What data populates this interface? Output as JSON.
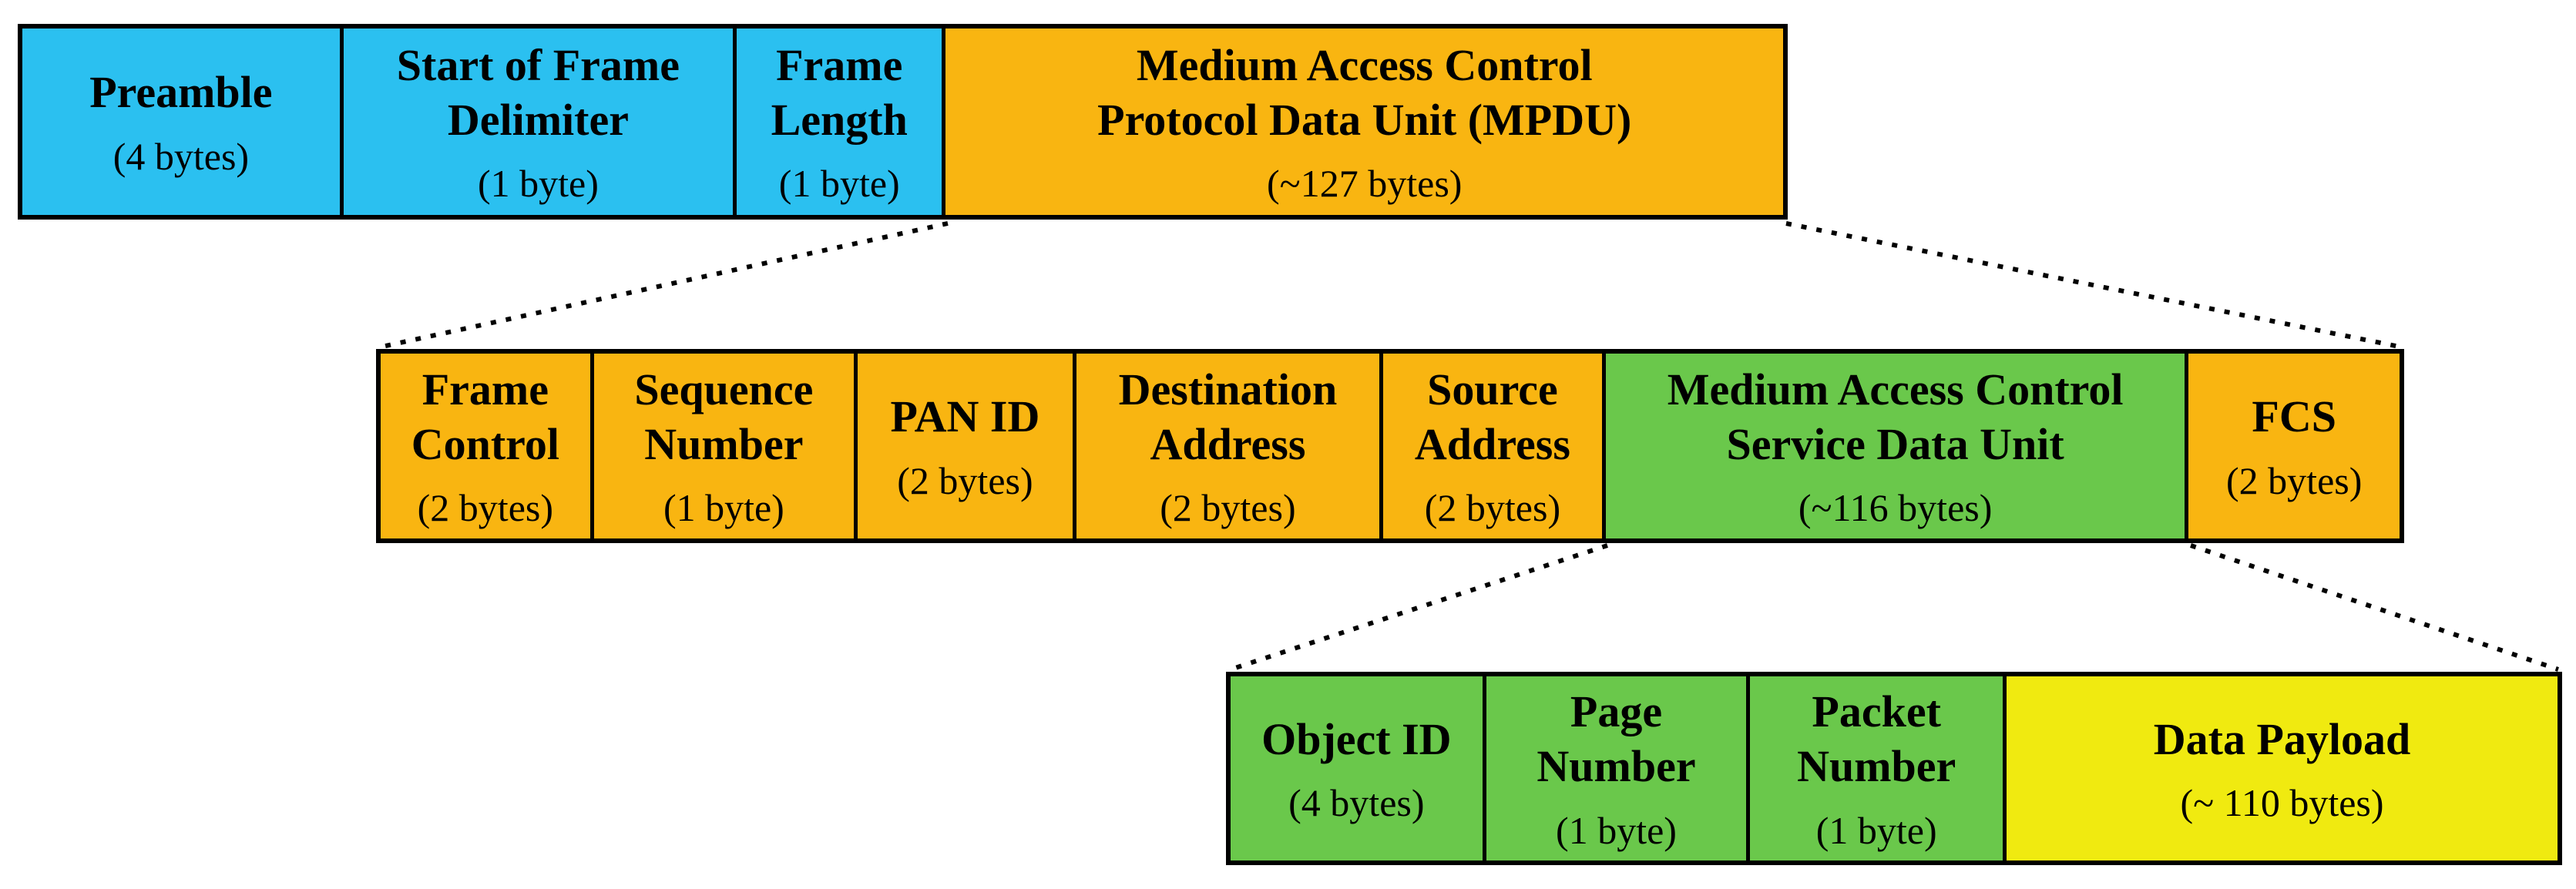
{
  "diagram": {
    "rows": [
      {
        "name": "physical-frame",
        "cells": [
          {
            "label": "Preamble",
            "bytes": "(4 bytes)",
            "color": "#2bc0f0"
          },
          {
            "label": "Start of Frame\nDelimiter",
            "bytes": "(1 byte)",
            "color": "#2bc0f0"
          },
          {
            "label": "Frame\nLength",
            "bytes": "(1 byte)",
            "color": "#2bc0f0"
          },
          {
            "label": "Medium Access Control\nProtocol Data Unit (MPDU)",
            "bytes": "(~127 bytes)",
            "color": "#f9b511"
          }
        ]
      },
      {
        "name": "mpdu-fields",
        "cells": [
          {
            "label": "Frame\nControl",
            "bytes": "(2 bytes)",
            "color": "#f9b511"
          },
          {
            "label": "Sequence\nNumber",
            "bytes": "(1 byte)",
            "color": "#f9b511"
          },
          {
            "label": "PAN ID",
            "bytes": "(2 bytes)",
            "color": "#f9b511"
          },
          {
            "label": "Destination\nAddress",
            "bytes": "(2 bytes)",
            "color": "#f9b511"
          },
          {
            "label": "Source\nAddress",
            "bytes": "(2 bytes)",
            "color": "#f9b511"
          },
          {
            "label": "Medium Access Control\nService Data Unit",
            "bytes": "(~116 bytes)",
            "color": "#6ac84b"
          },
          {
            "label": "FCS",
            "bytes": "(2 bytes)",
            "color": "#f9b511"
          }
        ]
      },
      {
        "name": "mac-sdu-fields",
        "cells": [
          {
            "label": "Object ID",
            "bytes": "(4 bytes)",
            "color": "#6ac84b"
          },
          {
            "label": "Page\nNumber",
            "bytes": "(1 byte)",
            "color": "#6ac84b"
          },
          {
            "label": "Packet\nNumber",
            "bytes": "(1 byte)",
            "color": "#6ac84b"
          },
          {
            "label": "Data Payload",
            "bytes": "(~ 110 bytes)",
            "color": "#f0ea10"
          }
        ]
      }
    ],
    "connectors": [
      {
        "expands": "Medium Access Control Protocol Data Unit (MPDU)",
        "into_row": "mpdu-fields"
      },
      {
        "expands": "Medium Access Control Service Data Unit",
        "into_row": "mac-sdu-fields"
      }
    ],
    "colors": {
      "cyan": "#2bc0f0",
      "orange": "#f9b511",
      "green": "#6ac84b",
      "yellow": "#f0ea10",
      "border": "#000000",
      "background": "#ffffff"
    }
  }
}
